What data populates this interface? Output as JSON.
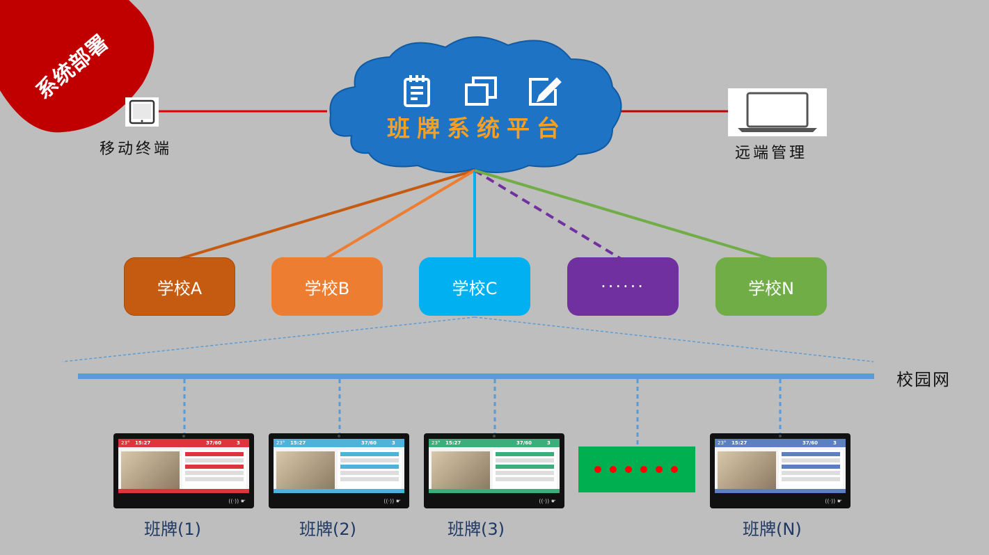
{
  "badge": {
    "text": "系统部署"
  },
  "cloud": {
    "title": "班牌系统平台",
    "icons": [
      "notepad-icon",
      "windows-icon",
      "edit-icon"
    ]
  },
  "left_device": {
    "label": "移动终端",
    "icon": "tablet-icon"
  },
  "right_device": {
    "label": "远端管理",
    "icon": "laptop-icon"
  },
  "schools": [
    {
      "label": "学校A",
      "color": "#c55a11"
    },
    {
      "label": "学校B",
      "color": "#ed7d31"
    },
    {
      "label": "学校C",
      "color": "#00b0f0"
    },
    {
      "label": "······",
      "color": "#7030a0"
    },
    {
      "label": "学校N",
      "color": "#70ad47"
    }
  ],
  "network": {
    "label": "校园网",
    "color": "#5b9bd5"
  },
  "boards": [
    {
      "label": "班牌(1)",
      "theme": "#e0343c"
    },
    {
      "label": "班牌(2)",
      "theme": "#4fb3d9"
    },
    {
      "label": "班牌(3)",
      "theme": "#3cae7c"
    },
    {
      "label": "班牌(N)",
      "theme": "#5b7fc0"
    }
  ],
  "ellipsis_box": {
    "color": "#00b050",
    "dot_color": "#ff0000"
  },
  "screen_text": {
    "temp": "23°",
    "time": "15:27",
    "ratio": "37/60",
    "count": "3"
  }
}
